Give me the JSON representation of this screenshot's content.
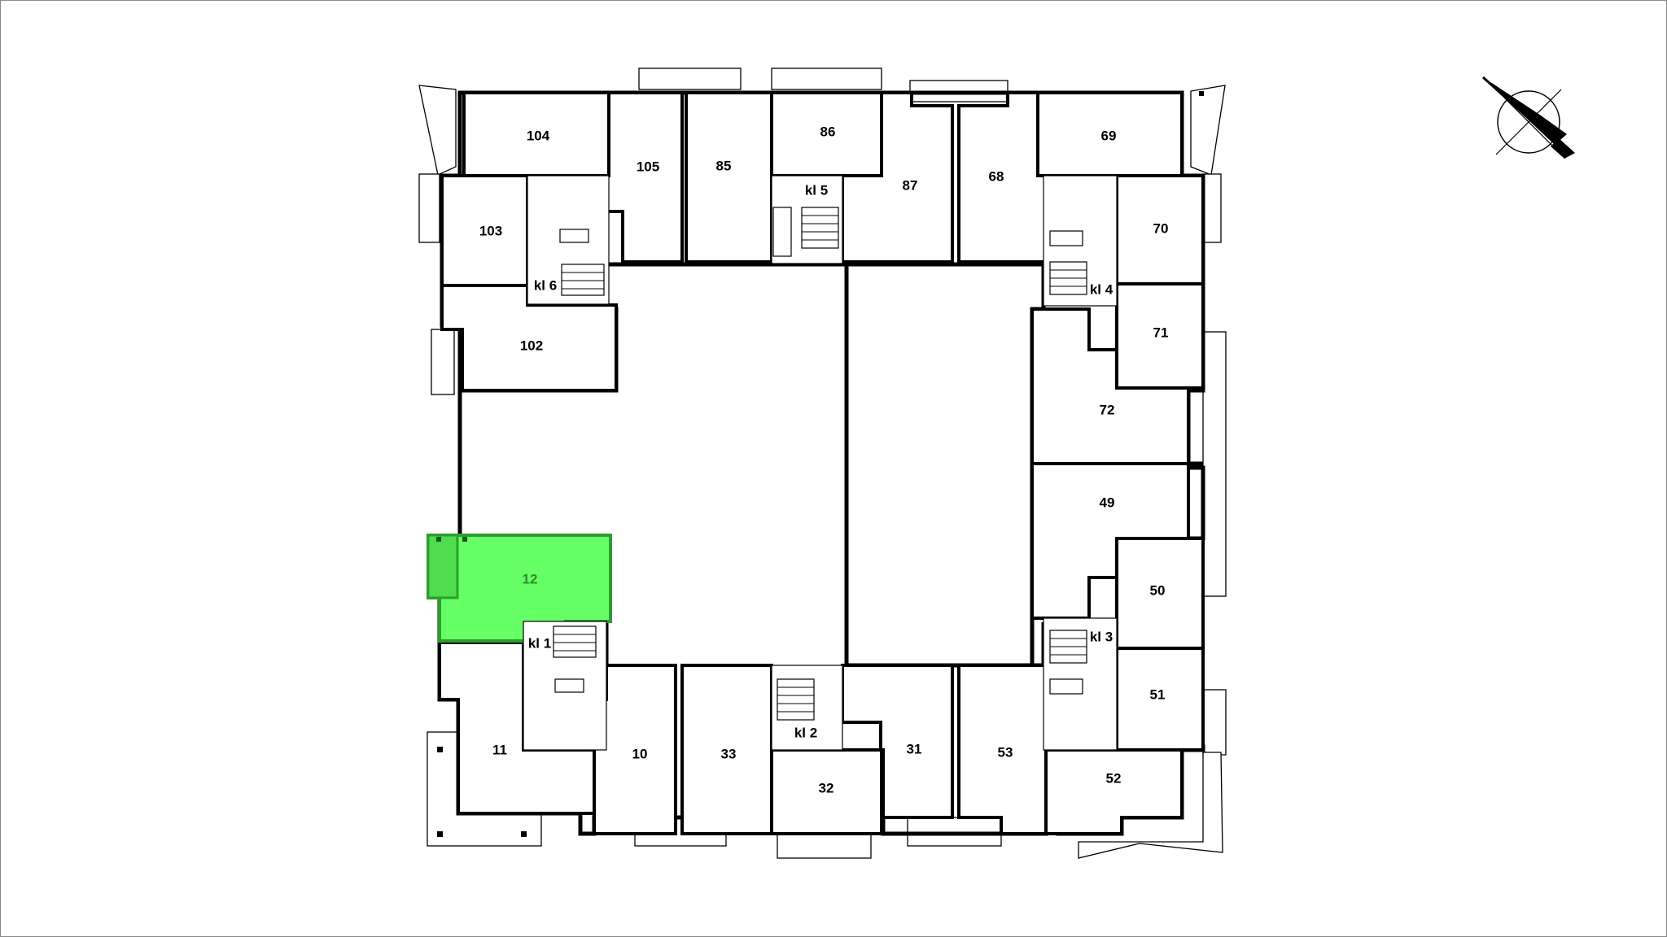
{
  "map": {
    "selected_unit": "12",
    "colors": {
      "selected_fill": "#66ff66",
      "selected_stroke": "#2e9e2e",
      "wall": "#000000",
      "background": "#ffffff"
    },
    "compass_icon": "north-arrow-icon",
    "units": [
      {
        "id": "104",
        "label": "104"
      },
      {
        "id": "105",
        "label": "105"
      },
      {
        "id": "85",
        "label": "85"
      },
      {
        "id": "86",
        "label": "86"
      },
      {
        "id": "87",
        "label": "87"
      },
      {
        "id": "68",
        "label": "68"
      },
      {
        "id": "69",
        "label": "69"
      },
      {
        "id": "103",
        "label": "103"
      },
      {
        "id": "102",
        "label": "102"
      },
      {
        "id": "70",
        "label": "70"
      },
      {
        "id": "71",
        "label": "71"
      },
      {
        "id": "72",
        "label": "72"
      },
      {
        "id": "49",
        "label": "49"
      },
      {
        "id": "50",
        "label": "50"
      },
      {
        "id": "51",
        "label": "51"
      },
      {
        "id": "52",
        "label": "52"
      },
      {
        "id": "53",
        "label": "53"
      },
      {
        "id": "31",
        "label": "31"
      },
      {
        "id": "32",
        "label": "32"
      },
      {
        "id": "33",
        "label": "33"
      },
      {
        "id": "10",
        "label": "10"
      },
      {
        "id": "11",
        "label": "11"
      },
      {
        "id": "12",
        "label": "12"
      }
    ],
    "staircases": [
      {
        "id": "kl1",
        "label": "kl 1"
      },
      {
        "id": "kl2",
        "label": "kl 2"
      },
      {
        "id": "kl3",
        "label": "kl 3"
      },
      {
        "id": "kl4",
        "label": "kl 4"
      },
      {
        "id": "kl5",
        "label": "kl 5"
      },
      {
        "id": "kl6",
        "label": "kl 6"
      }
    ]
  }
}
